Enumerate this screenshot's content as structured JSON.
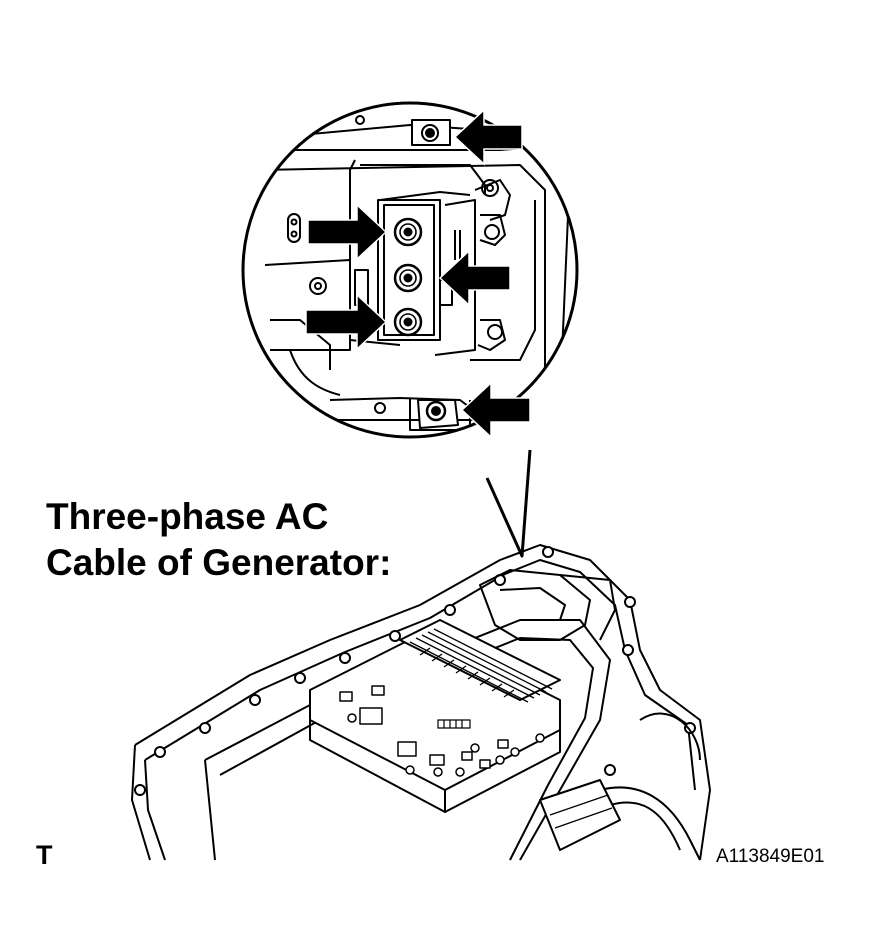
{
  "caption": {
    "line1": "Three-phase AC",
    "line2": "Cable of Generator:"
  },
  "corner_mark": "T",
  "figure_code": "A113849E01",
  "callout_arrows": [
    {
      "name": "bracket-bolt-top",
      "direction": "points-left"
    },
    {
      "name": "phase-terminal-bolt-1",
      "direction": "points-right"
    },
    {
      "name": "phase-terminal-bolt-2",
      "direction": "points-left"
    },
    {
      "name": "phase-terminal-bolt-3",
      "direction": "points-right"
    },
    {
      "name": "bracket-bolt-bottom",
      "direction": "points-left"
    }
  ],
  "colors": {
    "ink": "#000000",
    "paper": "#ffffff"
  }
}
